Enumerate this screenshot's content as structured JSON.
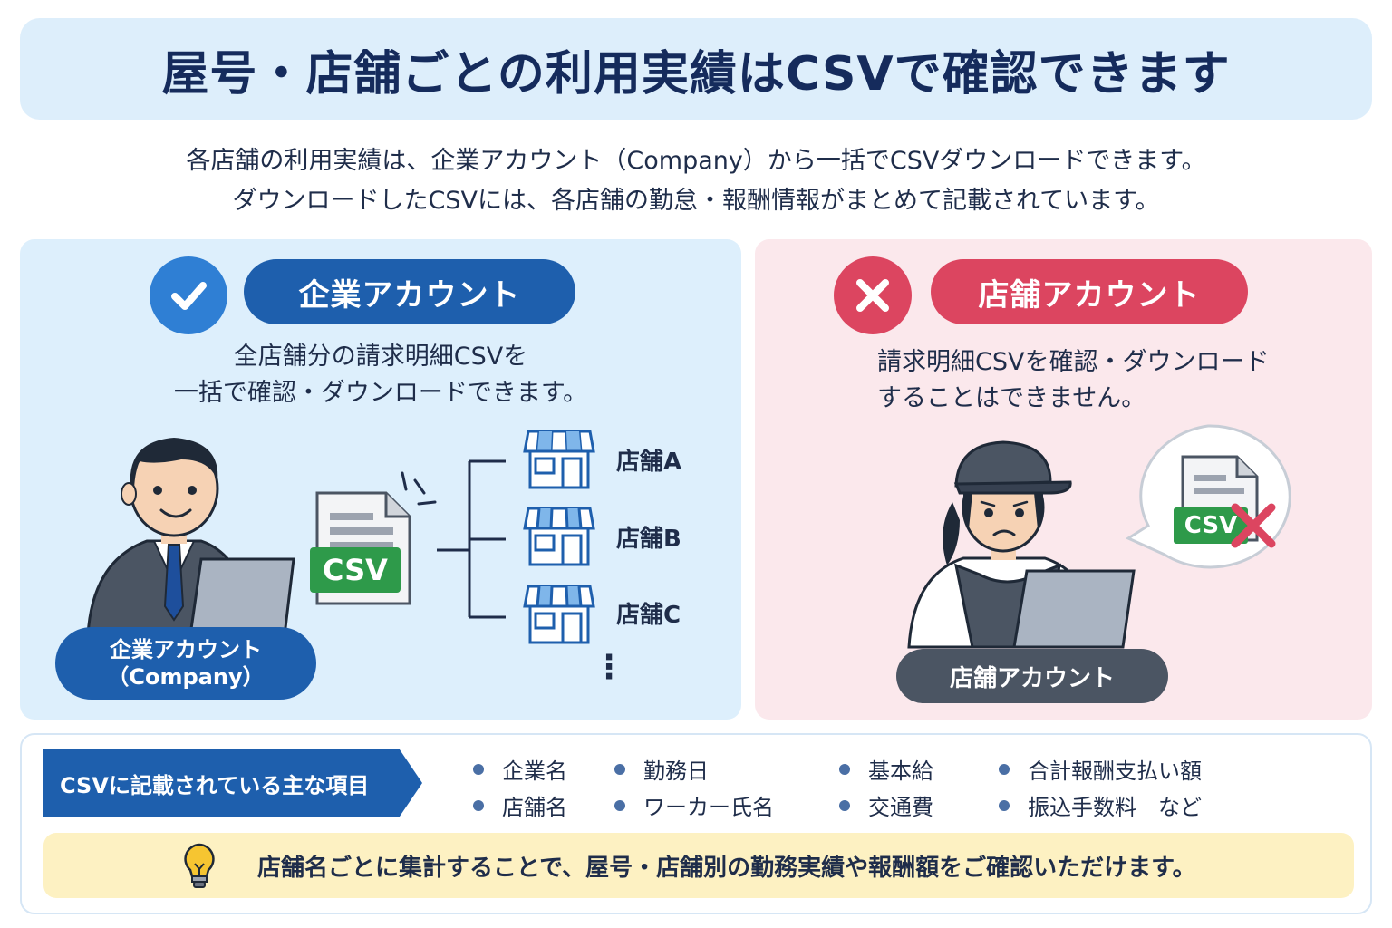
{
  "title": "屋号・店舗ごとの利用実績はCSVで確認できます",
  "intro": {
    "line1": "各店舗の利用実績は、企業アカウント（Company）から一括でCSVダウンロードできます。",
    "line2": "ダウンロードしたCSVには、各店舗の勤怠・報酬情報がまとめて記載されています。"
  },
  "company_panel": {
    "heading": "企業アカウント",
    "desc_line1": "全店舗分の請求明細CSVを",
    "desc_line2": "一括で確認・ダウンロードできます。",
    "csv_label": "CSV",
    "stores": [
      "店舗A",
      "店舗B",
      "店舗C"
    ],
    "person_label_line1": "企業アカウント",
    "person_label_line2": "（Company）",
    "more_marker": "⋮",
    "colors": {
      "panel": "#ddeffc",
      "accent": "#1e5fad",
      "check": "#2f7fd4"
    }
  },
  "store_panel": {
    "heading": "店舗アカウント",
    "desc_line1": "請求明細CSVを確認・ダウンロード",
    "desc_line2": "することはできません。",
    "csv_label": "CSV",
    "person_label": "店舗アカウント",
    "colors": {
      "panel": "#fbe8ec",
      "accent": "#dc4560"
    }
  },
  "items_section": {
    "tag": "CSVに記載されている主な項目",
    "items": [
      "企業名",
      "店舗名",
      "勤務日",
      "ワーカー氏名",
      "基本給",
      "交通費",
      "合計報酬支払い額",
      "振込手数料　など"
    ]
  },
  "note": {
    "text": "店舗名ごとに集計することで、屋号・店舗別の勤務実績や報酬額をご確認いただけます。",
    "icon": "lightbulb-icon"
  }
}
